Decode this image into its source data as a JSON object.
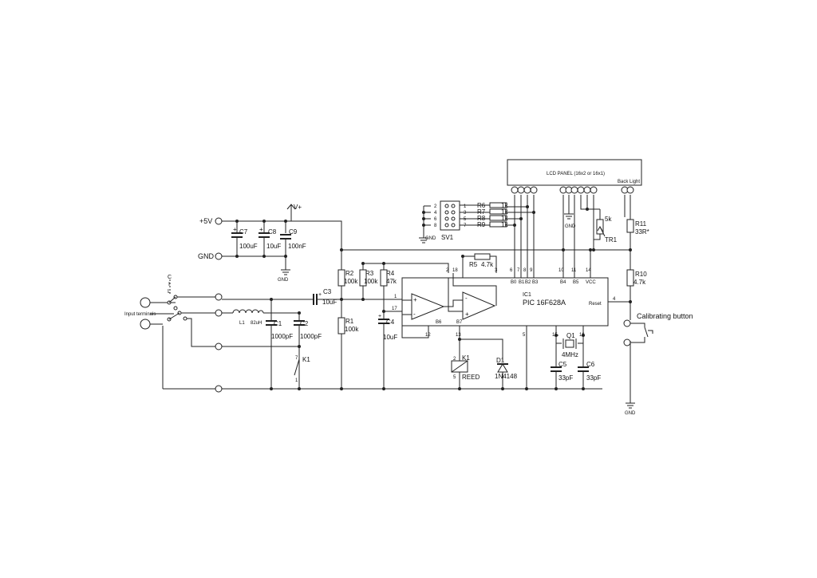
{
  "power": {
    "plus5v": "+5V",
    "gnd": "GND",
    "vplus": "V+",
    "gnd_symbol": "GND"
  },
  "caps": {
    "c7": {
      "ref": "C7",
      "value": "100uF"
    },
    "c8": {
      "ref": "C8",
      "value": "10uF"
    },
    "c9": {
      "ref": "C9",
      "value": "100nF"
    },
    "c3": {
      "ref": "C3",
      "value": "10uF"
    },
    "c4": {
      "ref": "C4",
      "value": "10uF"
    },
    "c1": {
      "ref": "C1",
      "value": "1000pF"
    },
    "c2": {
      "ref": "C2",
      "value": "1000pF"
    },
    "c5": {
      "ref": "C5",
      "value": "33pF"
    },
    "c6": {
      "ref": "C6",
      "value": "33pF"
    }
  },
  "resistors": {
    "r1": {
      "ref": "R1",
      "value": "100k"
    },
    "r2": {
      "ref": "R2",
      "value": "100k"
    },
    "r3": {
      "ref": "R3",
      "value": "100k"
    },
    "r4": {
      "ref": "R4",
      "value": "47k"
    },
    "r5": {
      "ref": "R5",
      "value": "4.7k"
    },
    "r6": {
      "ref": "R6",
      "value": "1k"
    },
    "r7": {
      "ref": "R7",
      "value": "1k"
    },
    "r8": {
      "ref": "R8",
      "value": "1k"
    },
    "r9": {
      "ref": "R9",
      "value": "1k"
    },
    "r10": {
      "ref": "R10",
      "value": "4.7k"
    },
    "r11": {
      "ref": "R11",
      "value": "33R*"
    },
    "tr1": {
      "ref": "TR1",
      "value": "5k"
    }
  },
  "inductor": {
    "ref": "L1",
    "value": "82uH"
  },
  "relay": {
    "ref": "K1",
    "type": "REED",
    "switch_ref": "K1"
  },
  "diode": {
    "ref": "D1",
    "value": "1N4148"
  },
  "crystal": {
    "ref": "Q1",
    "value": "4MHz"
  },
  "connector": {
    "ref": "SV1",
    "pins": [
      "2",
      "4",
      "6",
      "8",
      "1",
      "3",
      "5",
      "7"
    ]
  },
  "ic": {
    "ref": "IC1",
    "part": "PIC 16F628A",
    "pin_labels": [
      "B0",
      "B1",
      "B2",
      "B3",
      "B4",
      "B5",
      "VCC",
      "Reset",
      "B6",
      "B7"
    ],
    "pin_numbers": [
      "6",
      "7",
      "8",
      "9",
      "10",
      "11",
      "14",
      "4",
      "1",
      "17",
      "2",
      "18",
      "3",
      "12",
      "13",
      "5",
      "15",
      "16"
    ]
  },
  "lcd": {
    "title": "LCD PANEL (16x2 or 16x1)",
    "backlight": "Back Light"
  },
  "input": {
    "label": "Input terminals",
    "switch_letters": [
      "C",
      "I",
      "L"
    ]
  },
  "calib": {
    "label": "Calibrating button",
    "gnd": "GND"
  }
}
